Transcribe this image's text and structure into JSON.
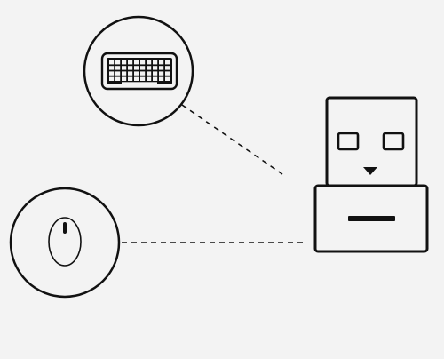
{
  "diagram": {
    "background_color": "#f3f3f3",
    "stroke_color": "#111111",
    "nodes": [
      {
        "id": "keyboard",
        "icon": "keyboard-icon"
      },
      {
        "id": "mouse",
        "icon": "mouse-icon"
      },
      {
        "id": "receiver",
        "icon": "usb-receiver-icon"
      }
    ],
    "connections": [
      {
        "from": "keyboard",
        "to": "receiver",
        "style": "dashed"
      },
      {
        "from": "mouse",
        "to": "receiver",
        "style": "dashed"
      }
    ]
  }
}
